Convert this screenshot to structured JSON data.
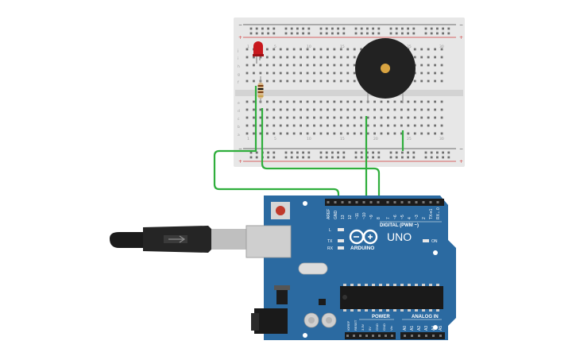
{
  "board": {
    "model": "UNO",
    "brand": "ARDUINO",
    "digital_label": "DIGITAL (PWM ~)",
    "tx_label": "TX",
    "rx_label": "RX",
    "l_label": "L",
    "on_label": "ON",
    "power_label": "POWER",
    "analog_label": "ANALOG IN",
    "digital_pins": [
      "AREF",
      "GND",
      "13",
      "12",
      "~11",
      "~10",
      "~9",
      "8",
      "7",
      "~6",
      "~5",
      "4",
      "~3",
      "2",
      "TX➔1",
      "RX←0"
    ],
    "power_pins": [
      "IOREF",
      "RESET",
      "3.3V",
      "5V",
      "GND",
      "GND",
      "Vin"
    ],
    "analog_pins": [
      "A0",
      "A1",
      "A2",
      "A3",
      "A4",
      "A5"
    ]
  },
  "breadboard": {
    "col_numbers": [
      "1",
      "5",
      "10",
      "15",
      "20",
      "25",
      "30"
    ],
    "row_letters_top": [
      "j",
      "i",
      "h",
      "g",
      "f"
    ],
    "row_letters_bottom": [
      "e",
      "d",
      "c",
      "b",
      "a"
    ],
    "rail_minus": "−",
    "rail_plus": "+"
  },
  "colors": {
    "board": "#2b6aa1",
    "board_edge": "#1f5688",
    "breadboard": "#e7e7e7",
    "wire": "#2fae3c",
    "rail_red": "#d23b3b",
    "rail_dark": "#444444",
    "led": "#c8181d",
    "buzzer": "#222222",
    "buzzer_center": "#d9a441"
  }
}
